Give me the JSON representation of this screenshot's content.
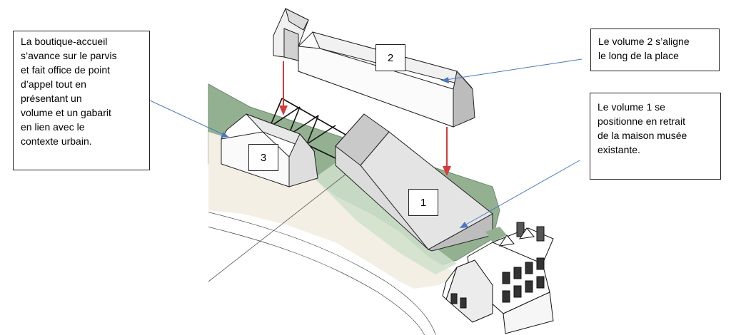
{
  "callouts": {
    "volume3": [
      "La boutique-accueil",
      "s’avance sur le parvis",
      "et fait office de point",
      "d’appel tout en",
      "présentant un",
      "volume et un gabarit",
      "en lien avec le",
      "contexte urbain."
    ],
    "volume2": [
      "Le volume 2 s’aligne",
      "le long de la place"
    ],
    "volume1": [
      "Le volume 1 se",
      "positionne en retrait",
      "de la maison musée",
      "existante."
    ]
  },
  "volume_numbers": {
    "one": "1",
    "two": "2",
    "three": "3"
  },
  "colors": {
    "grass": "#8fae8d",
    "pavement": "#f3efe4",
    "arrow_blue": "#4a78c0",
    "move_arrow_red": "#d63a3a"
  }
}
